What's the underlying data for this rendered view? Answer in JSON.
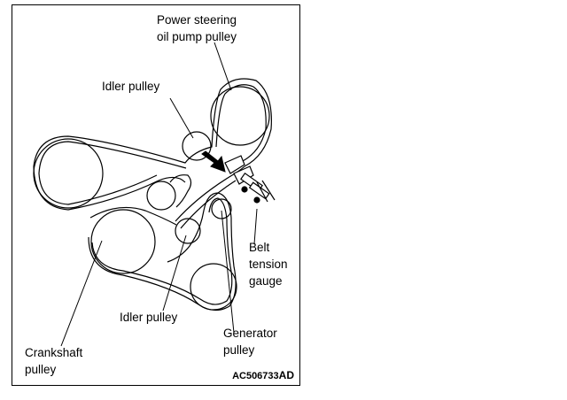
{
  "labels": {
    "power_steering": [
      "Power steering",
      "oil pump pulley"
    ],
    "idler_top": "Idler pulley",
    "belt_tension": [
      "Belt",
      "tension",
      "gauge"
    ],
    "idler_bottom": "Idler pulley",
    "generator": [
      "Generator",
      "pulley"
    ],
    "crankshaft": [
      "Crankshaft",
      "pulley"
    ]
  },
  "figure_code": {
    "id": "AC506733",
    "suffix": "AD"
  },
  "colors": {
    "line": "#000000",
    "background": "#ffffff"
  }
}
